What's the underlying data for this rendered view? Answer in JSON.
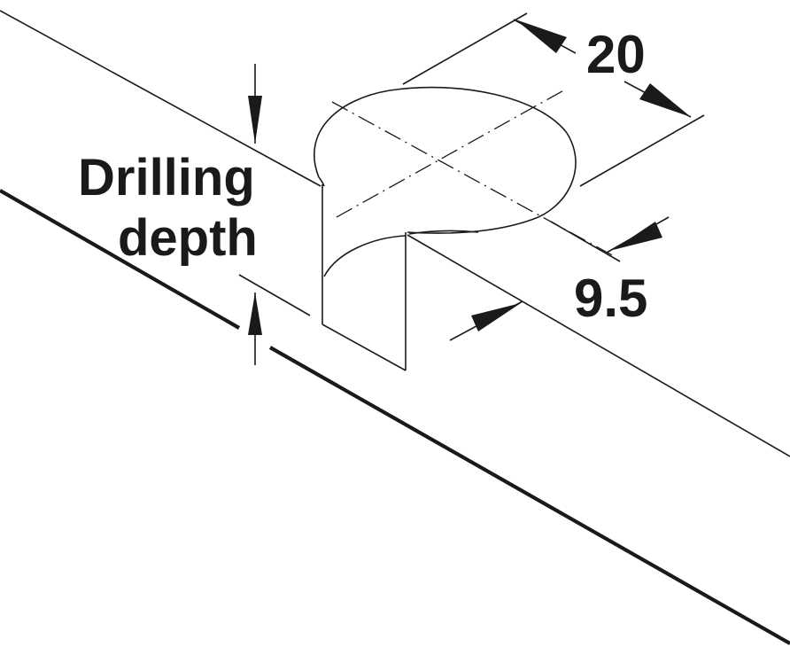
{
  "labels": {
    "drilling_line1": "Drilling",
    "drilling_line2": "depth",
    "diameter": "20",
    "offset": "9.5"
  },
  "colors": {
    "ink": "#1a1a1a",
    "background": "#ffffff"
  }
}
